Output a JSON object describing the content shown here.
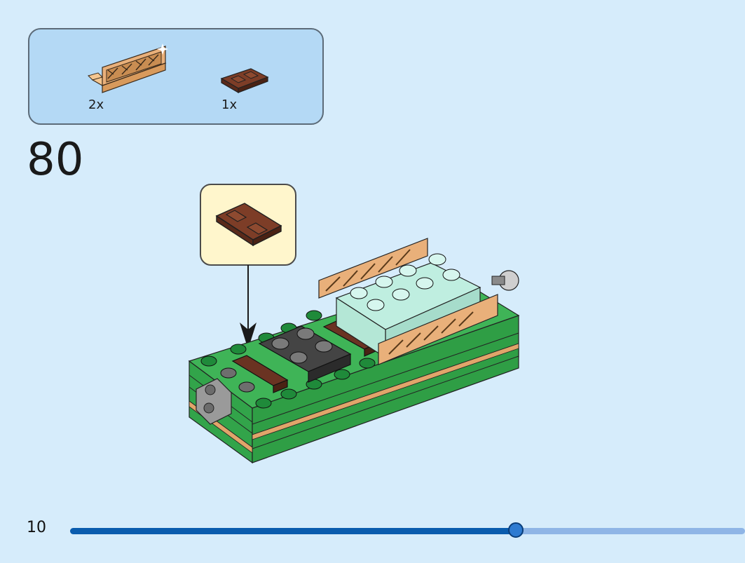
{
  "parts_list": {
    "items": [
      {
        "icon": "tan-fence-piece-icon",
        "quantity": "2x",
        "color": "#e9b07a"
      },
      {
        "icon": "brown-jumper-plate-icon",
        "quantity": "1x",
        "color": "#6a3322"
      }
    ]
  },
  "step": {
    "number": "80"
  },
  "page": {
    "number": "10"
  },
  "progress": {
    "fraction": 0.66
  },
  "colors": {
    "background": "#d6ecfb",
    "parts_box": "#b4d9f5",
    "callout": "#fff6cc",
    "progress_fill": "#0a5cae",
    "progress_track": "#8fb5e6"
  }
}
